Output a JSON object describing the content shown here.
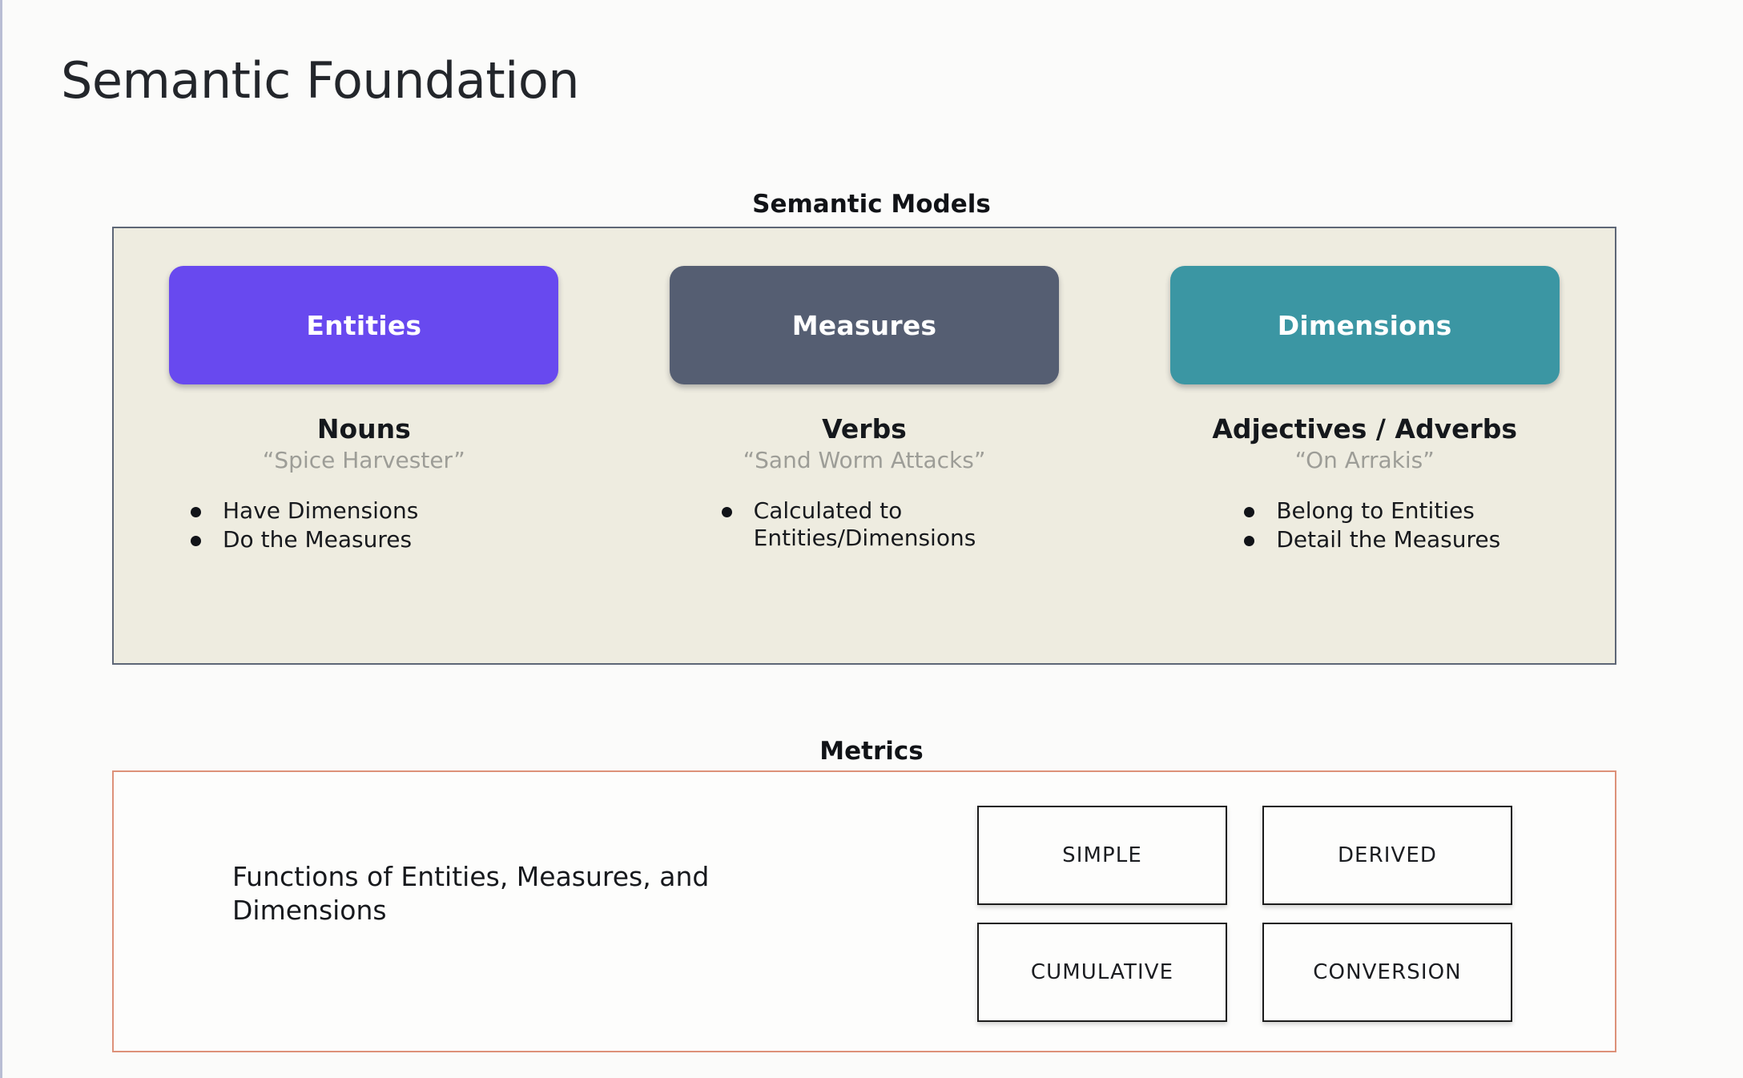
{
  "slide": {
    "title": "Semantic Foundation",
    "background_color": "#fbfbfa"
  },
  "semantic_models": {
    "header": "Semantic Models",
    "panel_background": "#eeece0",
    "panel_border_color": "#5d6676",
    "columns": [
      {
        "pill_label": "Entities",
        "pill_color": "#6849ef",
        "part_of_speech": "Nouns",
        "example": "“Spice Harvester”",
        "bullets": [
          "Have Dimensions",
          "Do the Measures"
        ]
      },
      {
        "pill_label": "Measures",
        "pill_color": "#555e72",
        "part_of_speech": "Verbs",
        "example": "“Sand Worm Attacks”",
        "bullets": [
          "Calculated to Entities/Dimensions"
        ]
      },
      {
        "pill_label": "Dimensions",
        "pill_color": "#3b96a3",
        "part_of_speech": "Adjectives / Adverbs",
        "example": "“On Arrakis”",
        "bullets": [
          "Belong to Entities",
          "Detail the Measures"
        ]
      }
    ]
  },
  "metrics": {
    "header": "Metrics",
    "panel_border_color": "#dd9179",
    "description": "Functions of Entities, Measures, and Dimensions",
    "types": [
      "SIMPLE",
      "DERIVED",
      "CUMULATIVE",
      "CONVERSION"
    ]
  }
}
